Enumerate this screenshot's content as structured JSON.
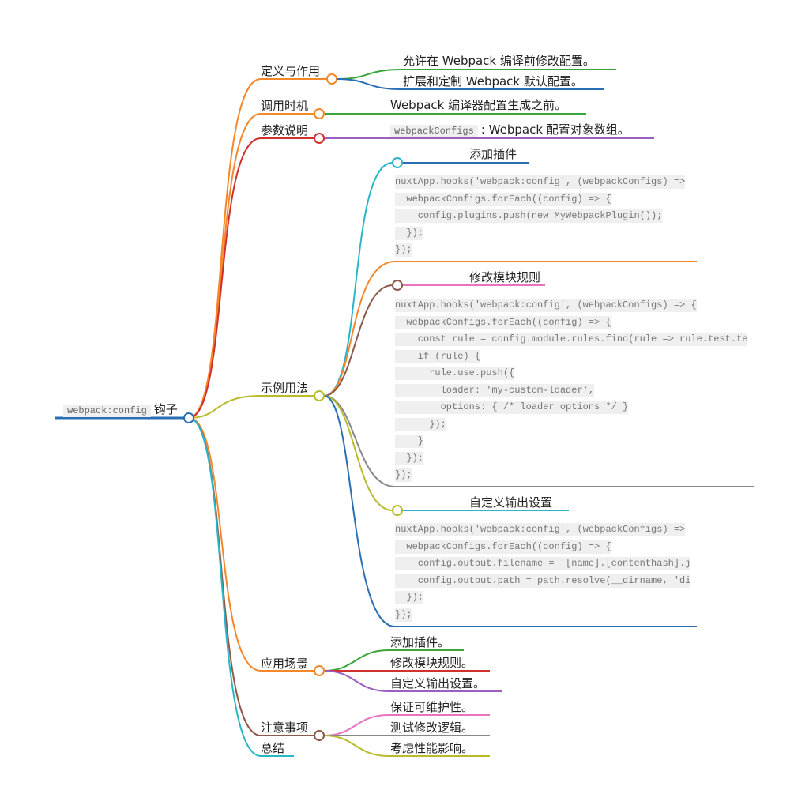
{
  "root": {
    "code": "webpack:config",
    "label": "钩子"
  },
  "branches": {
    "def": {
      "label": "定义与作用",
      "items": [
        "允许在 Webpack 编译前修改配置。",
        "扩展和定制 Webpack 默认配置。"
      ]
    },
    "timing": {
      "label": "调用时机",
      "items": [
        "Webpack 编译器配置生成之前。"
      ]
    },
    "params": {
      "label": "参数说明",
      "code": "webpackConfigs",
      "text": ": Webpack 配置对象数组。"
    },
    "usage": {
      "label": "示例用法",
      "examples": [
        {
          "title": "添加插件",
          "code": [
            "nuxtApp.hooks('webpack:config', (webpackConfigs) =>",
            "  webpackConfigs.forEach((config) => {",
            "    config.plugins.push(new MyWebpackPlugin());",
            "  });",
            "});"
          ]
        },
        {
          "title": "修改模块规则",
          "code": [
            "nuxtApp.hooks('webpack:config', (webpackConfigs) => {",
            "  webpackConfigs.forEach((config) => {",
            "    const rule = config.module.rules.find(rule => rule.test.te",
            "    if (rule) {",
            "      rule.use.push({",
            "        loader: 'my-custom-loader',",
            "        options: { /* loader options */ }",
            "      });",
            "    }",
            "  });",
            "});"
          ]
        },
        {
          "title": "自定义输出设置",
          "code": [
            "nuxtApp.hooks('webpack:config', (webpackConfigs) =>",
            "  webpackConfigs.forEach((config) => {",
            "    config.output.filename = '[name].[contenthash].j",
            "    config.output.path = path.resolve(__dirname, 'di",
            "  });",
            "});"
          ]
        }
      ]
    },
    "scenes": {
      "label": "应用场景",
      "items": [
        "添加插件。",
        "修改模块规则。",
        "自定义输出设置。"
      ]
    },
    "notes": {
      "label": "注意事项",
      "items": [
        "保证可维护性。",
        "测试修改逻辑。",
        "考虑性能影响。"
      ]
    },
    "summary": {
      "label": "总结"
    }
  }
}
